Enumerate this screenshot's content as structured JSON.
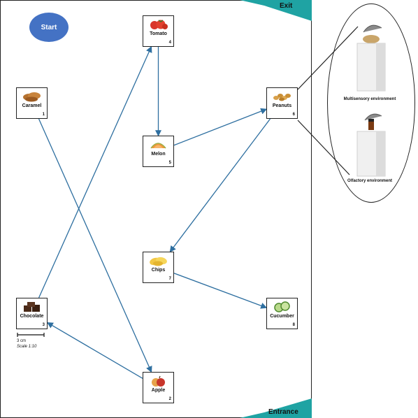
{
  "start_label": "Start",
  "exit_label": "Exit",
  "entrance_label": "Entrance",
  "accent_color": "#4472c4",
  "door_color": "#1fa3a3",
  "path_color": "#2e6fa0",
  "scale": {
    "length": "3 cm",
    "ratio": "Scale 1:10"
  },
  "stations": [
    {
      "id": "tomato",
      "label": "Tomato",
      "number": "4",
      "icon": "tomato-icon"
    },
    {
      "id": "caramel",
      "label": "Caramel",
      "number": "1",
      "icon": "caramel-icon"
    },
    {
      "id": "peanuts",
      "label": "Peanuts",
      "number": "6",
      "icon": "peanuts-icon"
    },
    {
      "id": "melon",
      "label": "Melon",
      "number": "5",
      "icon": "melon-icon"
    },
    {
      "id": "chips",
      "label": "Chips",
      "number": "7",
      "icon": "chips-icon"
    },
    {
      "id": "chocolate",
      "label": "Chocolate",
      "number": "3",
      "icon": "chocolate-icon"
    },
    {
      "id": "cucumber",
      "label": "Cucumber",
      "number": "8",
      "icon": "cucumber-icon"
    },
    {
      "id": "apple",
      "label": "Apple",
      "number": "2",
      "icon": "apple-icon"
    }
  ],
  "route": [
    [
      "caramel",
      "apple"
    ],
    [
      "apple",
      "chocolate"
    ],
    [
      "chocolate",
      "tomato"
    ],
    [
      "tomato",
      "melon"
    ],
    [
      "melon",
      "peanuts"
    ],
    [
      "peanuts",
      "chips"
    ],
    [
      "chips",
      "cucumber"
    ]
  ],
  "environments": [
    {
      "label": "Multisensory environment",
      "icon": "pedestal-with-open-cloche-icon"
    },
    {
      "label": "Olfactory environment",
      "icon": "pedestal-with-vial-and-cloche-icon"
    }
  ]
}
